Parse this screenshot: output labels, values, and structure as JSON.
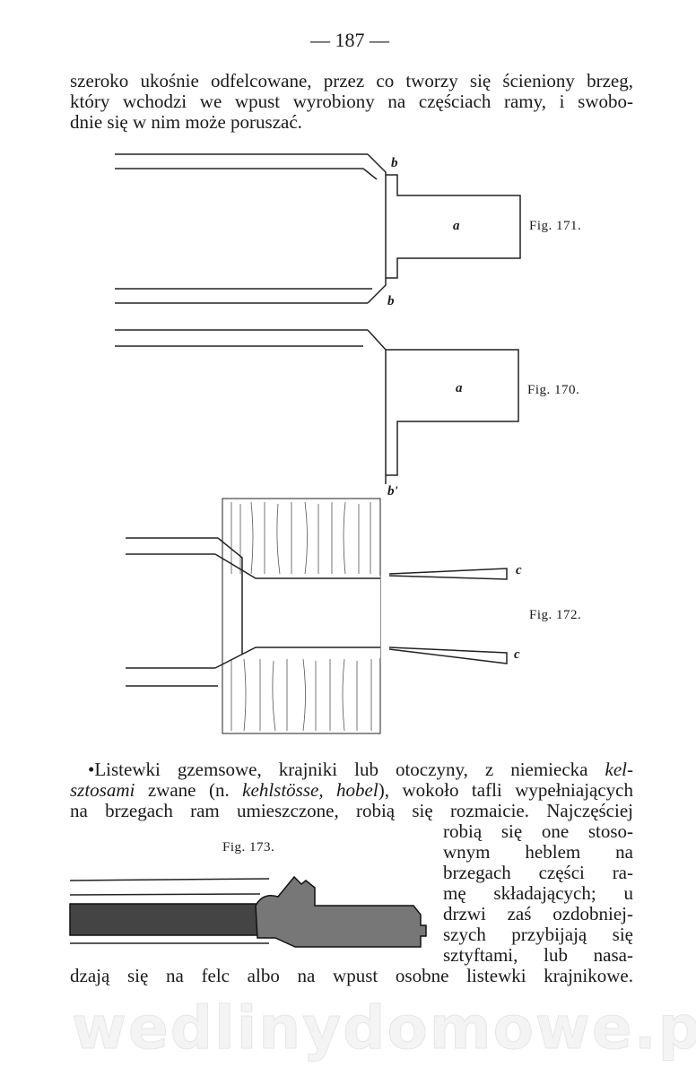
{
  "page_number": "— 187 —",
  "intro_lines": [
    "szeroko ukośnie odfelcowane, przez co tworzy się ścieniony brzeg,",
    "który wchodzi we wpust wyrobiony na częściach ramy, i swobo-",
    "dnie się w nim może poruszać."
  ],
  "figures": {
    "fig171": {
      "caption": "Fig. 171.",
      "labels": [
        "b",
        "a",
        "b"
      ]
    },
    "fig170": {
      "caption": "Fig. 170.",
      "labels": [
        "a",
        "b'"
      ]
    },
    "fig172": {
      "caption": "Fig. 172.",
      "labels": [
        "c",
        "c"
      ]
    },
    "fig173": {
      "caption": "Fig. 173."
    }
  },
  "para2": {
    "line1_start": "•Listewki gzemsowe, krajniki lub otoczyny, z niemiecka ",
    "line1_italic": "kel-",
    "line2_italic": "sztosami",
    "line2_mid": " zwane (n. ",
    "line2_italic2": "kehlstösse, hobel",
    "line2_end": "), wokoło tafli wypełniających",
    "line3": "na brzegach ram umieszczone, robią się rozmaicie. Najczęściej",
    "wrapped_lines": [
      "robią się one stoso-",
      "wnym heblem na",
      "brzegach części ra-",
      "mę składających; u",
      "drzwi zaś ozdobniej-",
      "szych przybijają się",
      "sztyftami, lub nasa-"
    ],
    "last_line": "dzają się na felc albo na wpust osobne listewki krajnikowe."
  },
  "watermark": "wedlinydomowe.pl"
}
